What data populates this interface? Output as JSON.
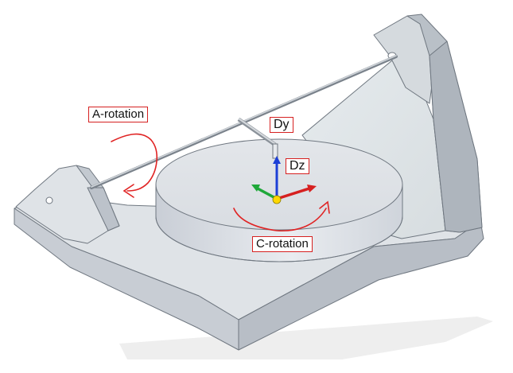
{
  "labels": {
    "a_rotation": "A-rotation",
    "dy": "Dy",
    "dz": "Dz",
    "c_rotation": "C-rotation"
  },
  "colors": {
    "callout_border": "#d62020",
    "rotation_arrow": "#e02424",
    "axis_x": "#d62020",
    "axis_y": "#1fa83a",
    "axis_z": "#1c3fd6",
    "origin": "#ffd800"
  }
}
